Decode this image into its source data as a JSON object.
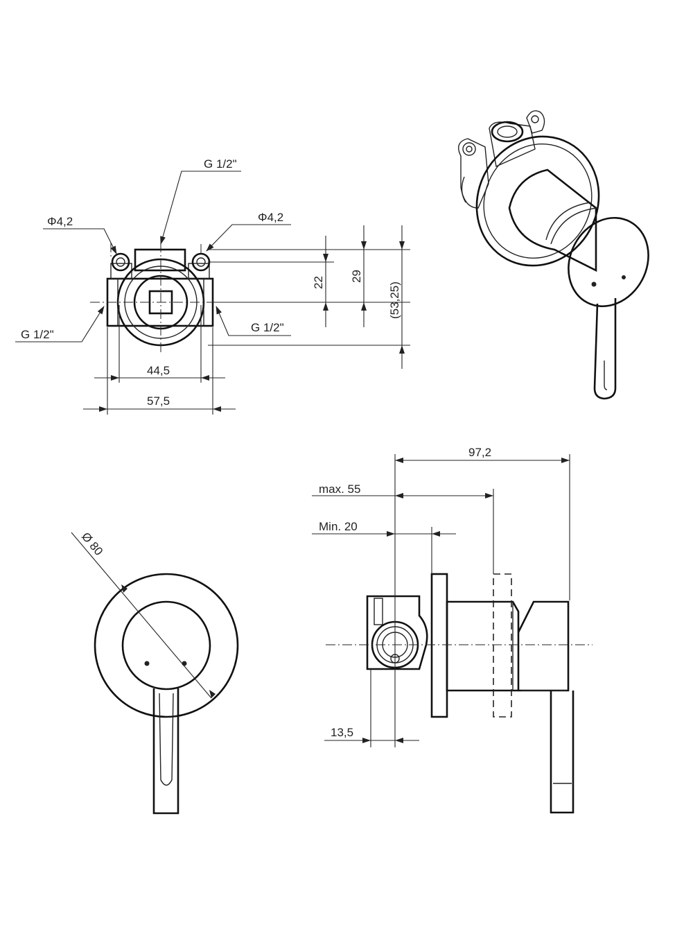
{
  "colors": {
    "line": "#222222",
    "background": "#ffffff"
  },
  "front_view": {
    "label_g_top": "G 1/2\"",
    "label_phi_left": "Φ4,2",
    "label_phi_right": "Φ4,2",
    "label_g_left": "G 1/2\"",
    "label_g_right": "G 1/2\"",
    "dim_22": "22",
    "dim_29": "29",
    "dim_53_25": "(53,25)",
    "dim_44_5": "44,5",
    "dim_57_5": "57,5"
  },
  "cover_view": {
    "dim_diameter": "Ø 80"
  },
  "side_view": {
    "dim_97_2": "97,2",
    "dim_max": "max.  55",
    "dim_min": "Min.  20",
    "dim_13_5": "13,5"
  }
}
